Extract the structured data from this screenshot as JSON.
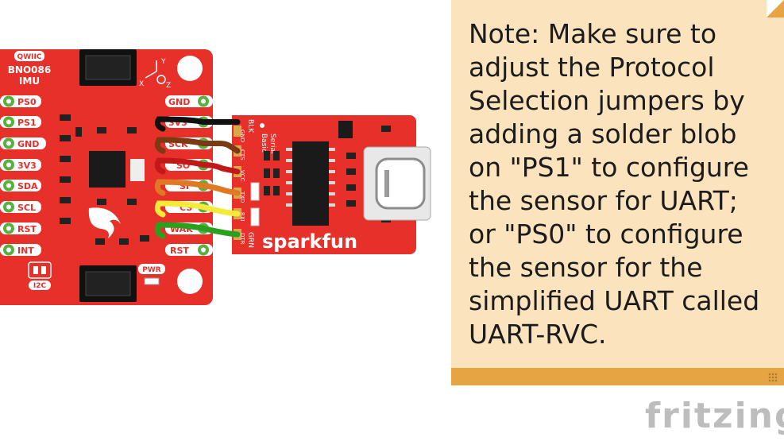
{
  "breakout": {
    "qwiic_label": "QWIIC",
    "part_label": "BNO086",
    "type_label": "IMU",
    "left_pins": [
      "PS0",
      "PS1",
      "GND",
      "3V3",
      "SDA",
      "SCL",
      "RST",
      "INT"
    ],
    "right_pins": [
      "GND",
      "3V3",
      "SCK",
      "SO",
      "SI",
      "CS",
      "WAK",
      "RST"
    ],
    "i2c_label": "I2C",
    "pwr_label": "PWR",
    "axis_labels": [
      "Y",
      "X",
      "Z"
    ]
  },
  "serial_board": {
    "name_line1": "Serial",
    "name_line2": "Basic",
    "pins": [
      "GND",
      "CTS",
      "VCC",
      "TXO",
      "RXI",
      "DTR"
    ],
    "end_labels": [
      "BLK",
      "GRN"
    ],
    "brand": "sparkfun"
  },
  "wires": [
    {
      "from": "3V3",
      "to": "GND",
      "color": "#111111"
    },
    {
      "from": "SCK",
      "to": "CTS",
      "color": "#7a3a12"
    },
    {
      "from": "SO",
      "to": "VCC",
      "color": "#c11818"
    },
    {
      "from": "SI",
      "to": "TXO",
      "color": "#e07a22"
    },
    {
      "from": "CS",
      "to": "RXI",
      "color": "#f3ea3a"
    },
    {
      "from": "WAK",
      "to": "DTR",
      "color": "#2aa01e"
    }
  ],
  "colors": {
    "board_red": "#e8302a",
    "pad_green": "#58b040",
    "note_bg": "#fbe3bd",
    "note_accent": "#e6a443"
  },
  "note": {
    "text": "Note: Make sure to adjust the Protocol Selection jumpers by adding a solder blob on \"PS1\" to configure the sensor for UART; or \"PS0\" to configure the sensor for the simplified UART called UART-RVC."
  },
  "watermark": "fritzing"
}
